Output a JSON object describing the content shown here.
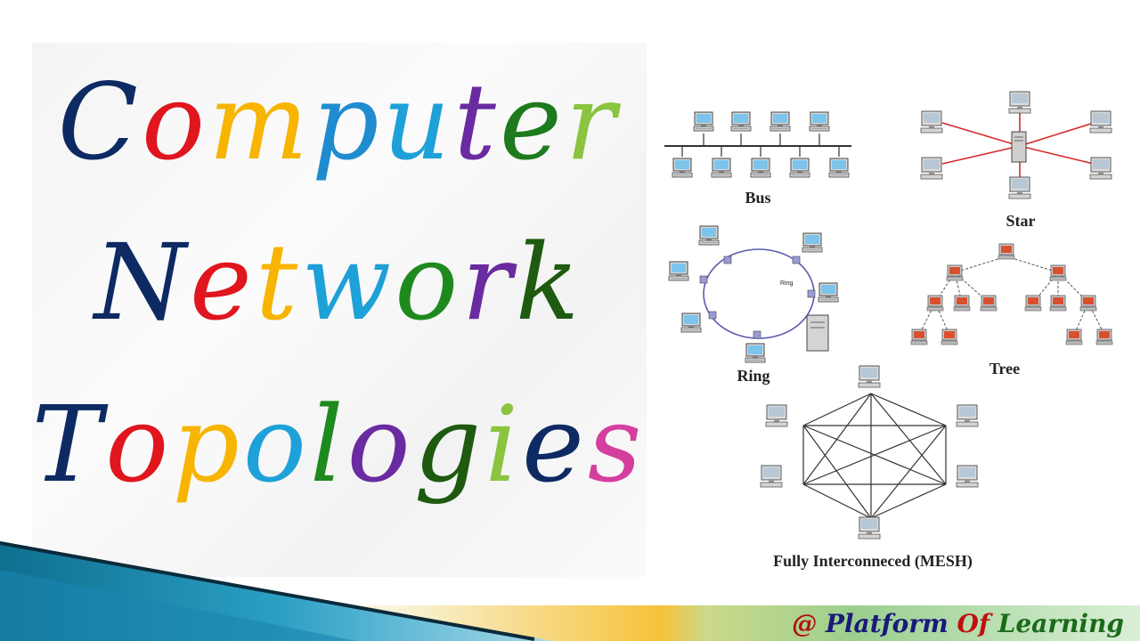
{
  "title": {
    "line1": [
      {
        "ch": "C",
        "color": "#0d2a63"
      },
      {
        "ch": "o",
        "color": "#e0151d"
      },
      {
        "ch": "m",
        "color": "#f7b400"
      },
      {
        "ch": "p",
        "color": "#1f8ccf"
      },
      {
        "ch": "u",
        "color": "#1ea0d8"
      },
      {
        "ch": "t",
        "color": "#6a2aa0"
      },
      {
        "ch": "e",
        "color": "#1e7a1e"
      },
      {
        "ch": "r",
        "color": "#8ac440"
      }
    ],
    "line2": [
      {
        "ch": "N",
        "color": "#0d2a63"
      },
      {
        "ch": "e",
        "color": "#e0151d"
      },
      {
        "ch": "t",
        "color": "#f7b400"
      },
      {
        "ch": "w",
        "color": "#1ea0d8"
      },
      {
        "ch": "o",
        "color": "#1e8a1e"
      },
      {
        "ch": "r",
        "color": "#6a2aa0"
      },
      {
        "ch": "k",
        "color": "#1e5a10"
      }
    ],
    "line3": [
      {
        "ch": "T",
        "color": "#0d2a63"
      },
      {
        "ch": "o",
        "color": "#e0151d"
      },
      {
        "ch": "p",
        "color": "#f7b400"
      },
      {
        "ch": "o",
        "color": "#1ea0d8"
      },
      {
        "ch": "l",
        "color": "#1e8a1e"
      },
      {
        "ch": "o",
        "color": "#6a2aa0"
      },
      {
        "ch": "g",
        "color": "#1e5a10"
      },
      {
        "ch": "i",
        "color": "#8ac440"
      },
      {
        "ch": "e",
        "color": "#0d2a63"
      },
      {
        "ch": "s",
        "color": "#d43f9f"
      }
    ]
  },
  "diagram": {
    "labels": {
      "bus": "Bus",
      "star": "Star",
      "ring": "Ring",
      "ring_annotation": "Ring",
      "tree": "Tree",
      "mesh": "Fully Interconneced (MESH)"
    }
  },
  "footer": {
    "brand_at": "@ ",
    "brand_platform": "Platform ",
    "brand_of": "Of ",
    "brand_learning": "Learning",
    "colors": {
      "at": "#b01010",
      "platform": "#1a1a7a",
      "of": "#c01010",
      "learning": "#1a6a1a"
    }
  }
}
